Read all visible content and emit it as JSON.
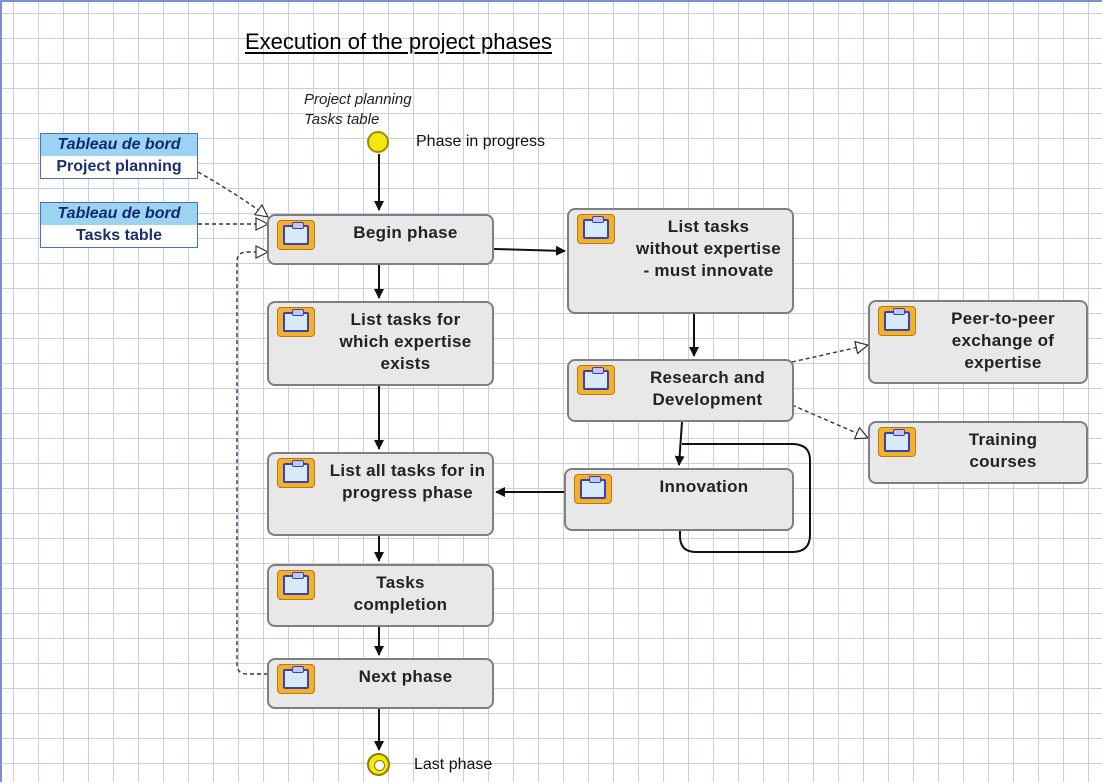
{
  "title": "Execution of the project phases",
  "start_note": {
    "line1": "Project planning",
    "line2": "Tasks table"
  },
  "start_label": "Phase in progress",
  "end_label": "Last phase",
  "dashboards": [
    {
      "header": "Tableau de bord",
      "name": "Project planning"
    },
    {
      "header": "Tableau de bord",
      "name": "Tasks table"
    }
  ],
  "steps": {
    "begin": "Begin phase",
    "expertise": "List tasks for which expertise exists",
    "all_tasks": "List all tasks for in progress phase",
    "completion": "Tasks completion",
    "next": "Next phase",
    "without": "List tasks without expertise - must innovate",
    "rnd": "Research and Development",
    "innovation": "Innovation",
    "peer": "Peer-to-peer exchange of expertise",
    "training": "Training courses"
  },
  "colors": {
    "grid": "#c9cde6",
    "box_fill": "#e8e8e9",
    "icon_orange": "#f1b128",
    "icon_blue": "#3d3fb8",
    "start_yellow": "#f4e60f",
    "dashboard_header": "#9dd3f2"
  }
}
